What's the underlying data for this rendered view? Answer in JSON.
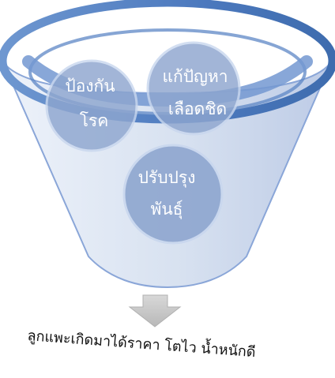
{
  "diagram": {
    "items": [
      {
        "lines": [
          "ป้องกัน",
          "โรค"
        ]
      },
      {
        "lines": [
          "แก้ปัญหา",
          "เลือดชิด"
        ]
      },
      {
        "lines": [
          "ปรับปรุง",
          "พันธุ์"
        ]
      }
    ],
    "result_text": "ลูกแพะเกิดมาได้ราคา โตไว น้ำหนักดี"
  },
  "colors": {
    "funnel_fill": "#d8e1f0",
    "funnel_stroke": "#7f9fd2",
    "funnel_rim": "#4f7fc0",
    "circle_fill": "#8ea6cf",
    "circle_stroke": "#c9d7ee",
    "arrow_fill": "#c9c9c9",
    "text_color": "#111111"
  }
}
